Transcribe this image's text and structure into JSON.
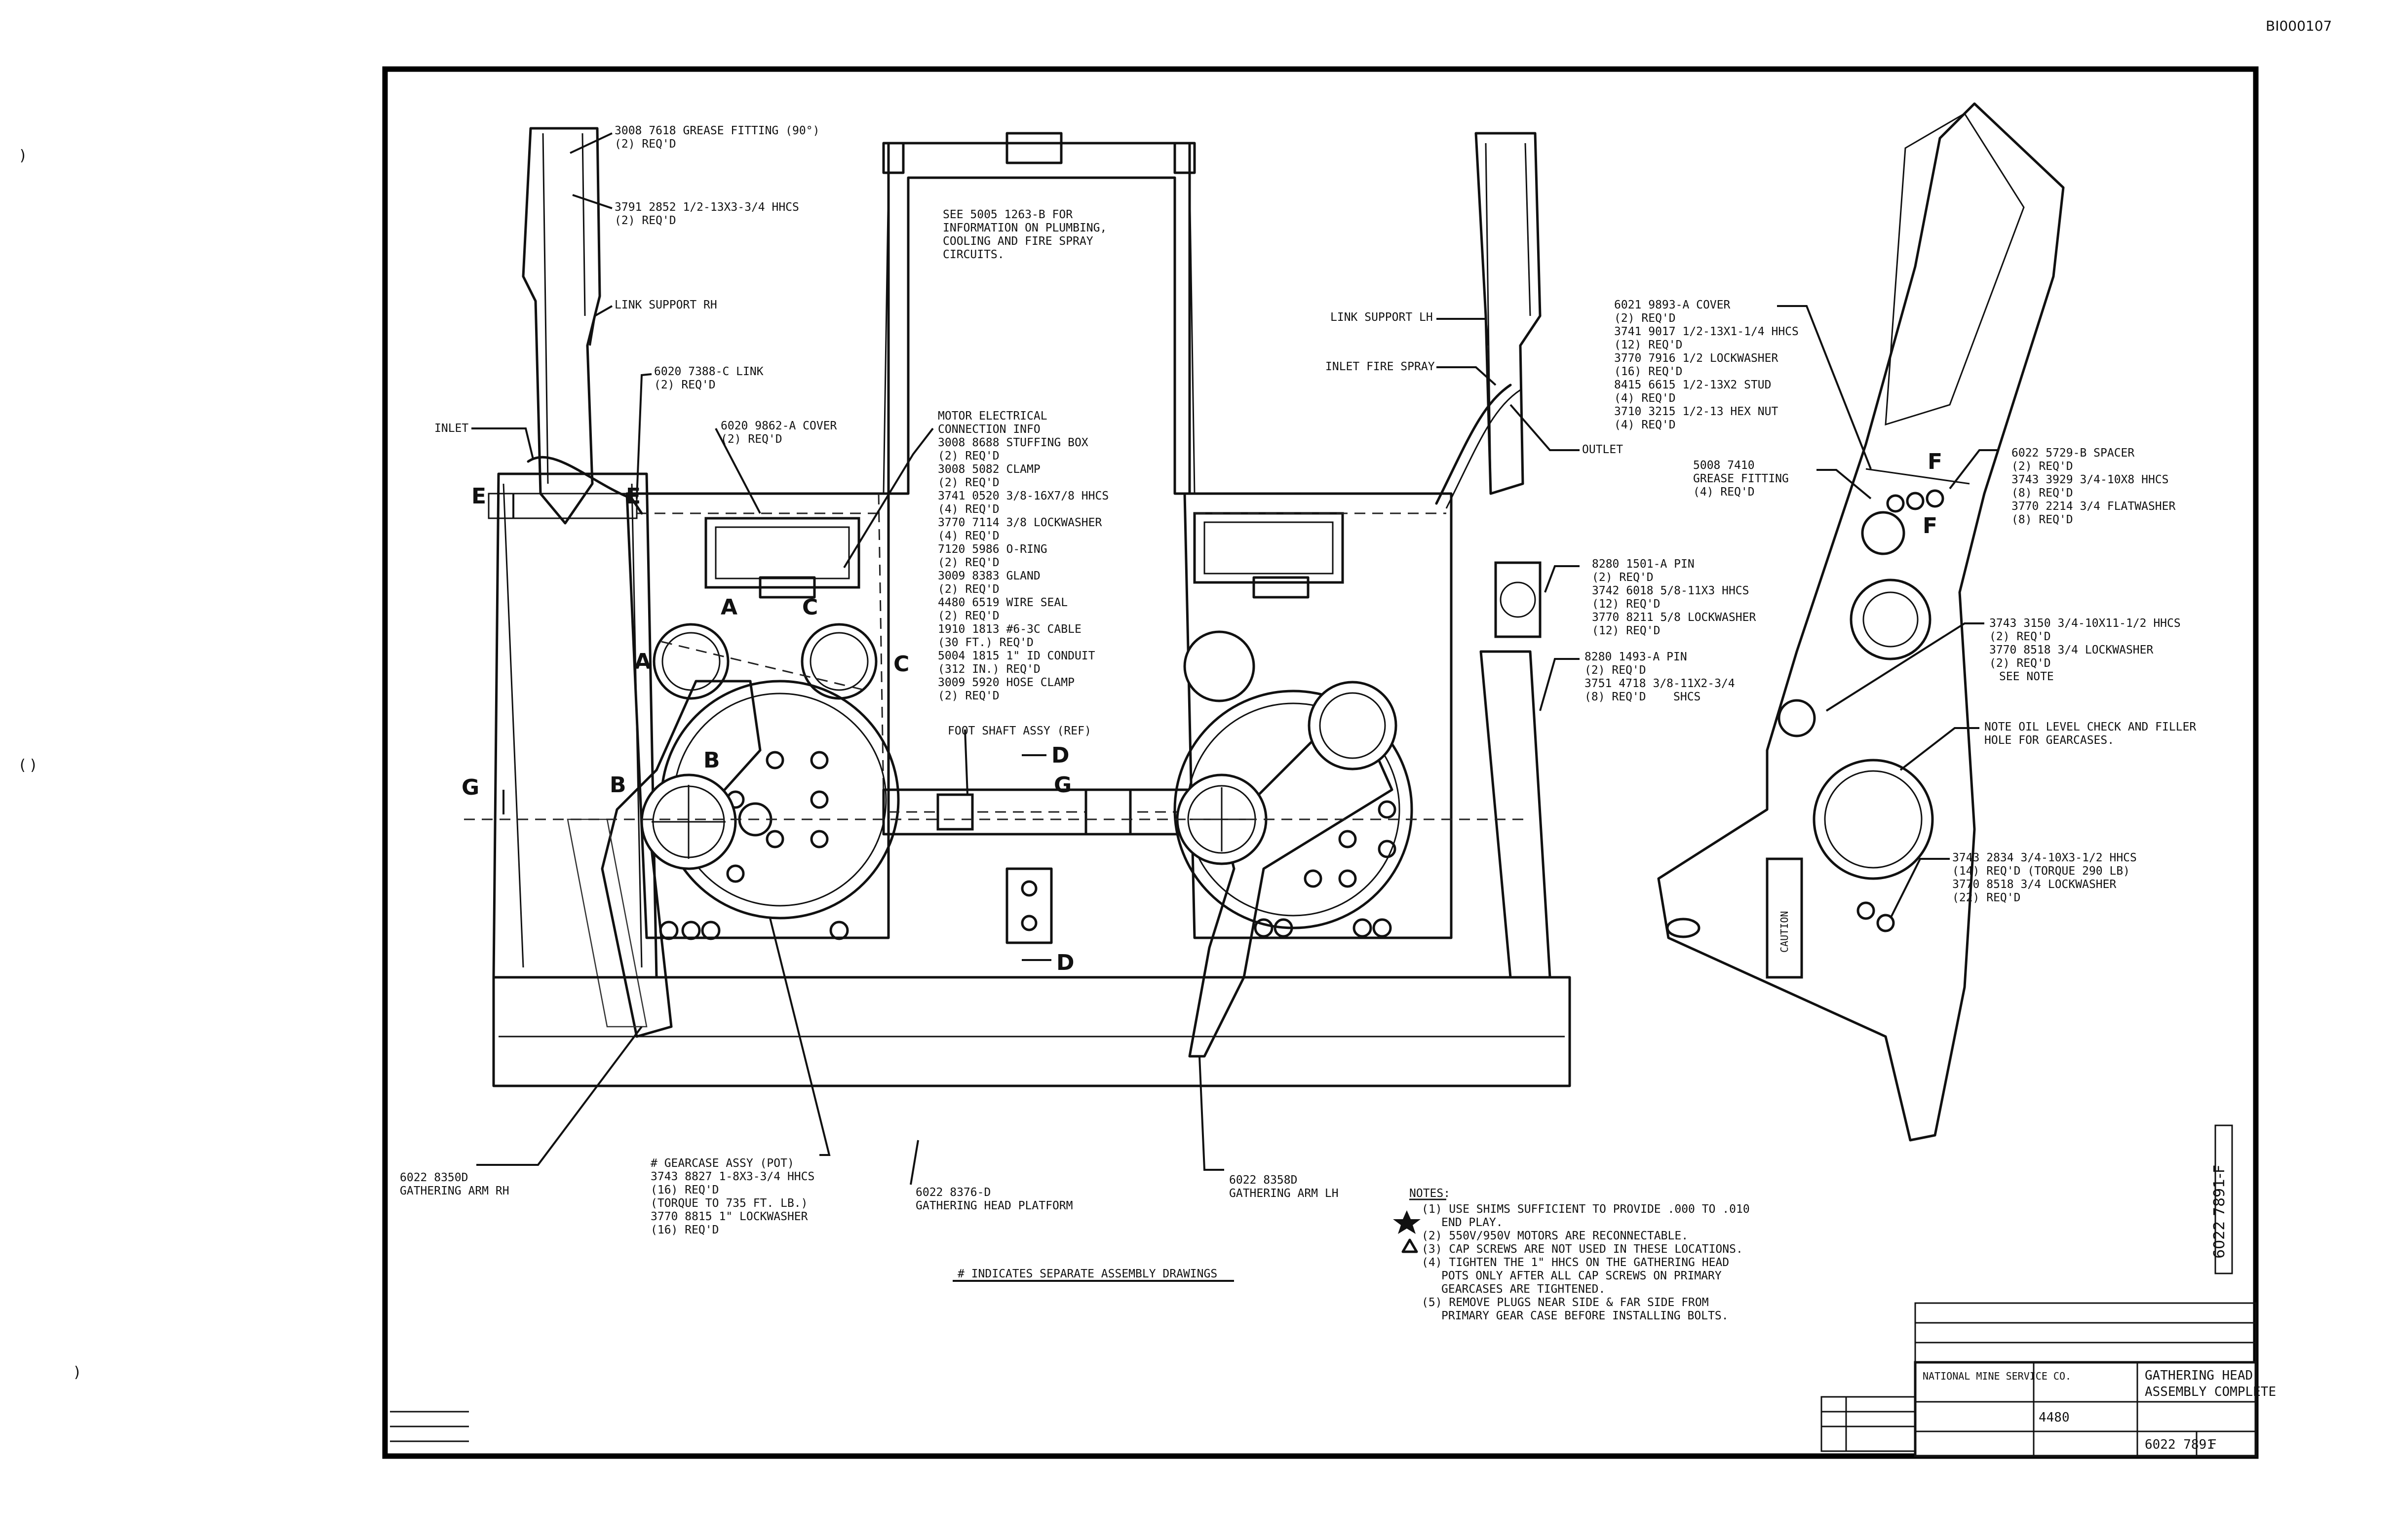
{
  "sheet": {
    "stamp": "BI000107",
    "vertical_number": "6022 7891-F"
  },
  "views": {
    "left_label": "LINK SUPPORT RH",
    "right_label": "LINK SUPPORT LH"
  },
  "section_markers": [
    "A",
    "A",
    "B",
    "B",
    "C",
    "C",
    "D",
    "D",
    "E",
    "E",
    "F",
    "F",
    "G",
    "G"
  ],
  "callouts": {
    "grease_fitting_top": [
      "3008 7618 GREASE FITTING (90°)",
      "(2) REQ'D"
    ],
    "hhcs_top": [
      "3791 2852 1/2-13X3-3/4 HHCS",
      "(2) REQ'D"
    ],
    "link_support_rh": [
      "LINK SUPPORT RH"
    ],
    "link": [
      "6020 7388-C LINK",
      "(2) REQ'D"
    ],
    "inlet": [
      "INLET"
    ],
    "cover_left": [
      "6020 9862-A COVER",
      "(2) REQ'D"
    ],
    "see_note": [
      "SEE 5005 1263-B FOR",
      "INFORMATION ON PLUMBING,",
      "COOLING AND FIRE SPRAY",
      "CIRCUITS."
    ],
    "motor_info": [
      "MOTOR ELECTRICAL",
      "CONNECTION INFO",
      "3008 8688 STUFFING BOX",
      "(2) REQ'D",
      "3008 5082 CLAMP",
      "(2) REQ'D",
      "3741 0520 3/8-16X7/8 HHCS",
      "(4) REQ'D",
      "3770 7114 3/8 LOCKWASHER",
      "(4) REQ'D",
      "7120 5986 O-RING",
      "(2) REQ'D",
      "3009 8383 GLAND",
      "(2) REQ'D",
      "4480 6519 WIRE SEAL",
      "(2) REQ'D",
      "1910 1813 #6-3C CABLE",
      "(30 FT.) REQ'D",
      "5004 1815 1\" ID CONDUIT",
      "(312 IN.) REQ'D",
      "3009 5920 HOSE CLAMP",
      "(2) REQ'D"
    ],
    "foot_shaft": [
      "FOOT SHAFT ASSY (REF)"
    ],
    "link_support_lh": [
      "LINK SUPPORT LH"
    ],
    "inlet_fire_spray": [
      "INLET FIRE SPRAY"
    ],
    "outlet": [
      "OUTLET"
    ],
    "pin_1501": [
      "8280 1501-A PIN",
      "(2) REQ'D",
      "3742 6018 5/8-11X3 HHCS",
      "(12) REQ'D",
      "3770 8211 5/8 LOCKWASHER",
      "(12) REQ'D"
    ],
    "pin_1493": [
      "8280 1493-A PIN",
      "(2) REQ'D",
      "3751 4718 3/8-11X2-3/4",
      "(8) REQ'D"
    ],
    "pin_1493_tail": "SHCS",
    "cover_right": [
      "6021 9893-A COVER",
      "(2) REQ'D",
      "3741 9017 1/2-13X1-1/4 HHCS",
      "(12) REQ'D",
      "3770 7916 1/2 LOCKWASHER",
      "(16) REQ'D",
      "8415 6615 1/2-13X2 STUD",
      "(4) REQ'D",
      "3710 3215 1/2-13 HEX NUT",
      "(4) REQ'D"
    ],
    "grease_fitting_right": [
      "5008 7410",
      "GREASE FITTING",
      "(4) REQ'D"
    ],
    "spacer": [
      "6022 5729-B SPACER",
      "(2) REQ'D",
      "3743 3929 3/4-10X8 HHCS",
      "(8) REQ'D",
      "3770 2214 3/4 FLATWASHER",
      "(8) REQ'D"
    ],
    "hhcs_3150": [
      "3743 3150 3/4-10X11-1/2 HHCS",
      "(2) REQ'D",
      "3770 8518 3/4 LOCKWASHER",
      "(2) REQ'D"
    ],
    "hhcs_3150_note": "SEE NOTE",
    "oil_level": [
      "NOTE OIL LEVEL CHECK AND FILLER",
      "HOLE FOR GEARCASES."
    ],
    "hhcs_2834": [
      "3743 2834 3/4-10X3-1/2 HHCS",
      "(14) REQ'D  (TORQUE 290 LB)",
      "3770 8518 3/4 LOCKWASHER",
      "(22) REQ'D"
    ],
    "gathering_arm_rh": [
      "6022 8350D",
      "GATHERING ARM RH"
    ],
    "gearcase": [
      "# GEARCASE ASSY (POT)",
      "3743 8827 1-8X3-3/4 HHCS",
      "(16) REQ'D",
      "(TORQUE TO 735 FT. LB.)",
      "3770 8815 1\" LOCKWASHER",
      "(16) REQ'D"
    ],
    "platform": [
      "6022 8376-D",
      "GATHERING HEAD PLATFORM"
    ],
    "gathering_arm_lh": [
      "6022 8358D",
      "GATHERING ARM LH"
    ],
    "separate_assy": "# INDICATES SEPARATE ASSEMBLY DRAWINGS",
    "caution": "CAUTION"
  },
  "notes": {
    "heading": "NOTES:",
    "items": [
      "(1) USE SHIMS SUFFICIENT TO PROVIDE .000 TO .010",
      "END PLAY.",
      "(2) 550V/950V MOTORS ARE RECONNECTABLE.",
      "(3) CAP SCREWS ARE NOT USED IN THESE LOCATIONS.",
      "(4) TIGHTEN THE 1\" HHCS ON THE GATHERING HEAD",
      "POTS ONLY AFTER ALL CAP SCREWS ON PRIMARY",
      "GEARCASES ARE TIGHTENED.",
      "(5) REMOVE PLUGS NEAR SIDE & FAR SIDE FROM",
      "PRIMARY GEAR CASE BEFORE INSTALLING BOLTS."
    ]
  },
  "title_block": {
    "company": "NATIONAL MINE SERVICE CO.",
    "title_line1": "GATHERING HEAD",
    "title_line2": "ASSEMBLY COMPLETE",
    "model": "4480",
    "drawing_number": "6022 7891",
    "revision": "F"
  }
}
